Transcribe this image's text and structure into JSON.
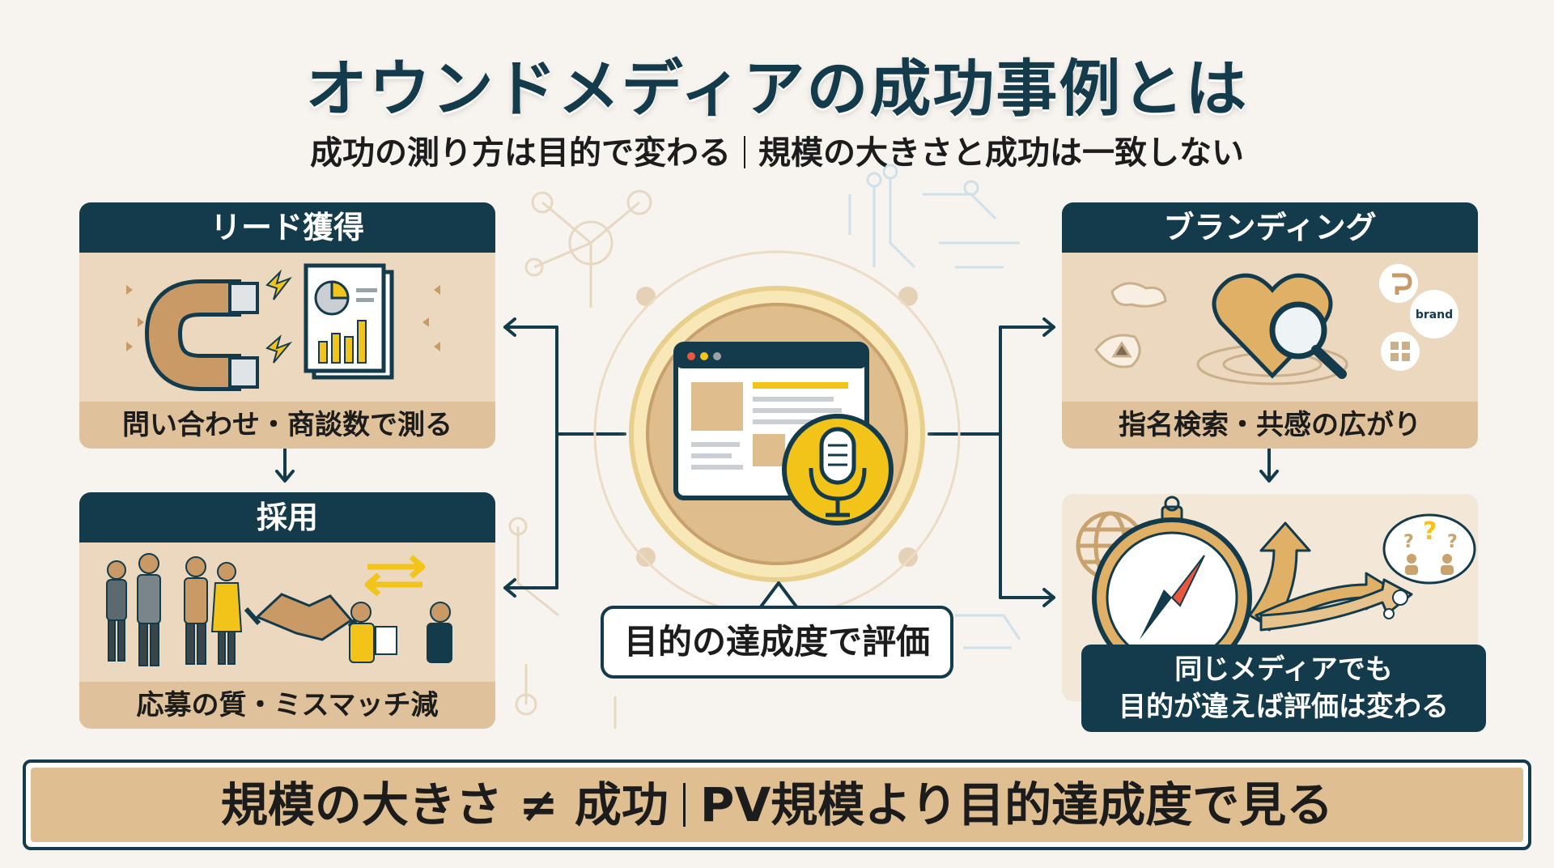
{
  "title": "オウンドメディアの成功事例とは",
  "subtitle": {
    "left": "成功の測り方は目的で変わる",
    "right": "規模の大きさと成功は一致しない"
  },
  "cards": {
    "lead": {
      "header": "リード獲得",
      "footer": "問い合わせ・商談数で測る"
    },
    "recruit": {
      "header": "採用",
      "footer": "応募の質・ミスマッチ減"
    },
    "branding": {
      "header": "ブランディング",
      "footer": "指名検索・共感の広がり",
      "bubble_text": "brand"
    }
  },
  "center": {
    "evaluation_label": "目的の達成度で評価"
  },
  "compass_note": {
    "line1": "同じメディアでも",
    "line2": "目的が違えば評価は変わる"
  },
  "bottom": {
    "left": "規模の大きさ ≠ 成功",
    "right": "PV規模より目的達成度で見る"
  },
  "colors": {
    "navy": "#133b4b",
    "tan": "#dfc29b",
    "beige": "#ebd8bf",
    "gold": "#f2c318",
    "background": "#f7f4ef"
  },
  "icons": [
    "magnet-icon",
    "report-chart-icon",
    "people-group-icon",
    "handshake-icon",
    "exchange-arrows-icon",
    "heart-search-icon",
    "globe-icon",
    "compass-icon",
    "branching-arrows-icon",
    "question-bubble-icon",
    "browser-window-icon",
    "microphone-icon"
  ]
}
